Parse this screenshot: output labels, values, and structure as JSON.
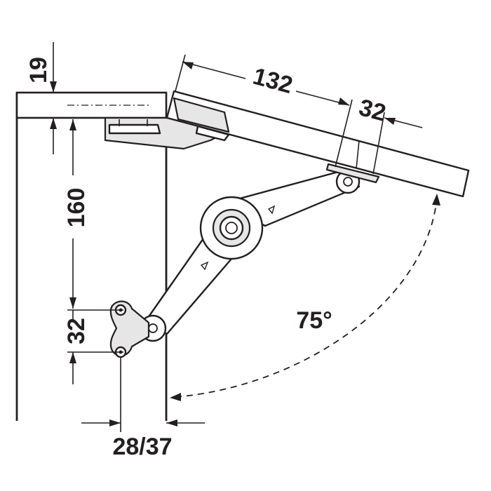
{
  "dimensions": {
    "panel_thickness": "19",
    "vertical_height": "160",
    "bracket_spacing": "32",
    "lid_distance": "132",
    "lid_bracket": "32",
    "side_offset": "28/37",
    "opening_angle": "75°"
  }
}
